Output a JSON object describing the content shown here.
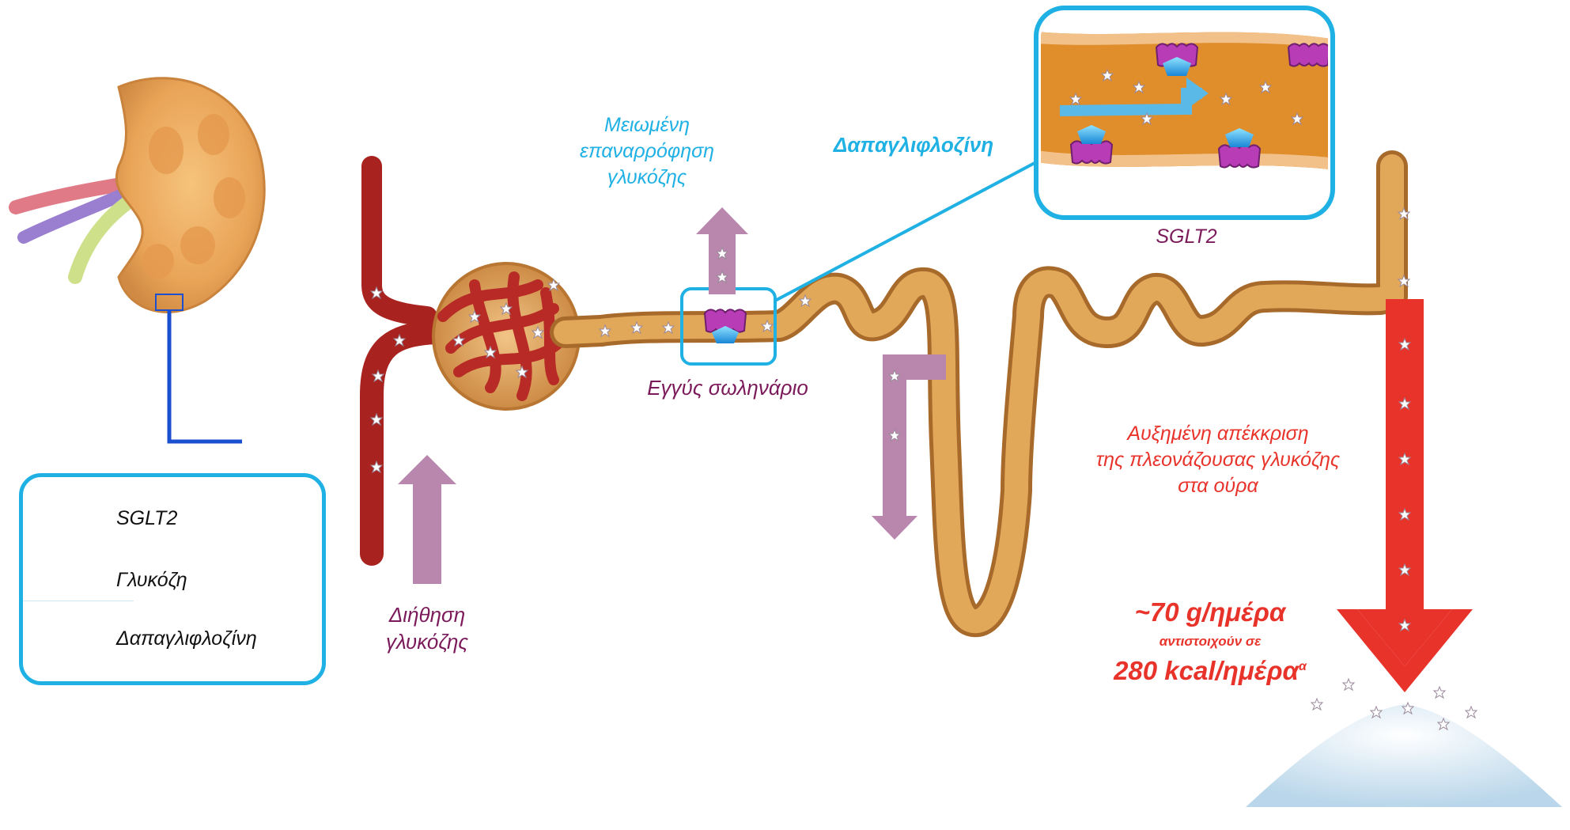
{
  "colors": {
    "accent_blue": "#1fb0e4",
    "label_purple": "#7b1a5a",
    "label_red": "#e8332b",
    "arrow_mauve": "#b987ad",
    "tubule": "#d69a4a",
    "vessel": "#a8231f"
  },
  "icons": {
    "kidney": "kidney-illustration",
    "sglt2": "sglt2-transporter-icon",
    "glucose": "glucose-molecule-icon",
    "dapagliflozin": "dapagliflozin-molecule-icon",
    "sugar": "sugar-pile-illustration"
  },
  "labels": {
    "reduced_reabsorption": [
      "Μειωμένη",
      "επαναρρόφηση",
      "γλυκόζης"
    ],
    "dapagliflozin_title": "Δαπαγλιφλοζίνη",
    "sglt2_caption": "SGLT2",
    "proximal_tubule": "Εγγύς σωληνάριο",
    "glucose_filtration": [
      "Διήθηση",
      "γλυκόζης"
    ],
    "increased_excretion": [
      "Αυξημένη απέκκριση",
      "της πλεονάζουσας γλυκόζης",
      "στα ούρα"
    ],
    "grams_per_day": "~70 g/ημέρα",
    "equivalent": "αντιστοιχούν σε",
    "kcal_per_day": "280 kcal/ημέρα",
    "footnote_mark": "α"
  },
  "legend": {
    "items": [
      {
        "icon": "sglt2-transporter-icon",
        "label": "SGLT2"
      },
      {
        "icon": "glucose-molecule-icon",
        "label": "Γλυκόζη"
      },
      {
        "icon": "dapagliflozin-molecule-icon",
        "label": "Δαπαγλιφλοζίνη"
      }
    ]
  }
}
